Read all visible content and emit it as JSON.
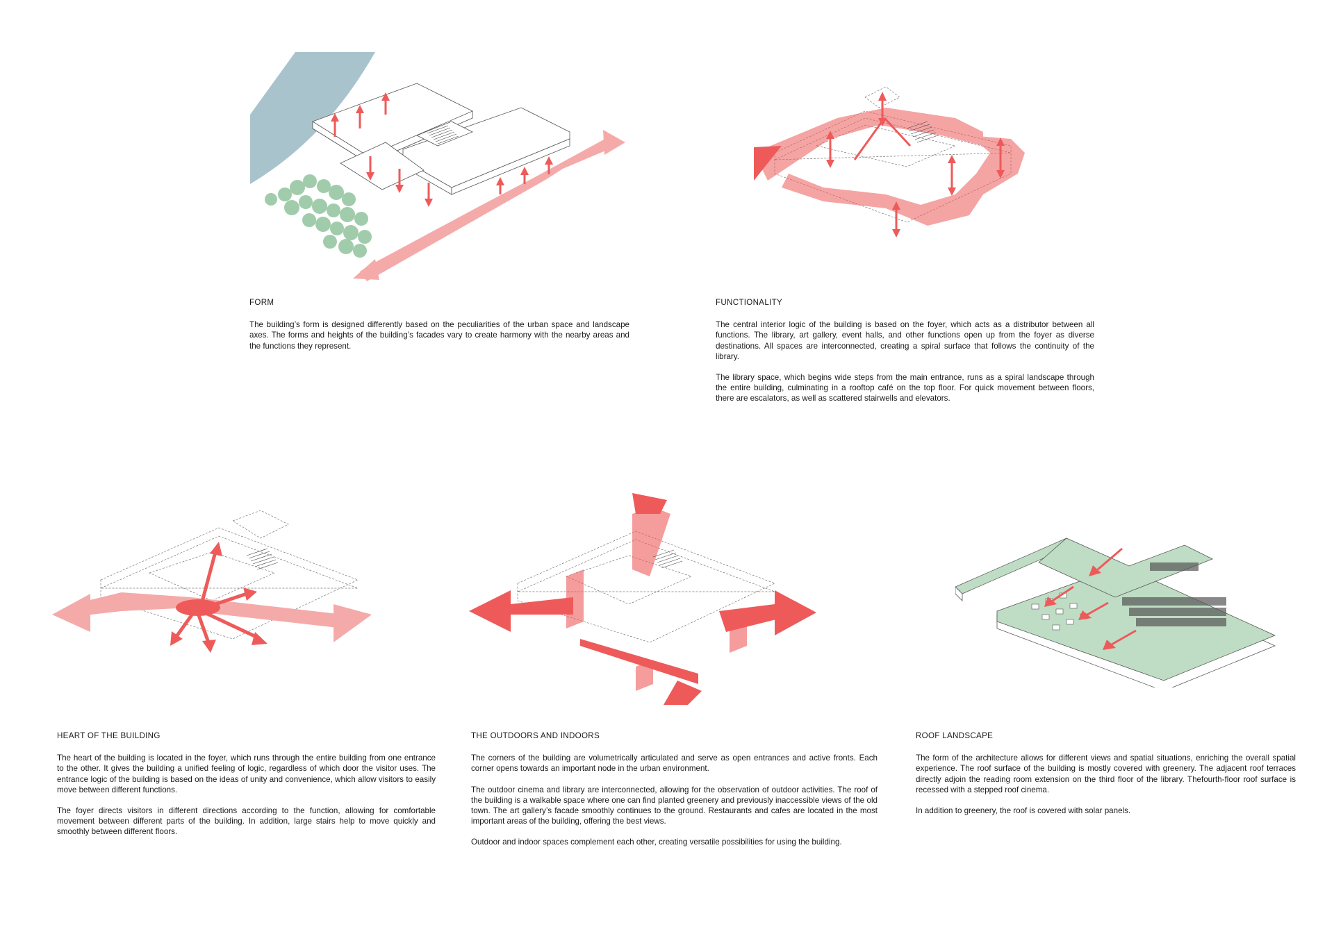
{
  "colors": {
    "accent_arrow": "#ee5a5a",
    "arrow_light": "#f5aaaa",
    "river": "#a9c3cd",
    "trees": "#97c7a2",
    "roof_green": "#bfdcc4",
    "outline": "#555555",
    "text": "#1a1a1a"
  },
  "panels": {
    "form": {
      "title": "FORM",
      "paragraphs": [
        "The building’s form is designed differently based on the peculiarities of the urban space and landscape axes. The forms and heights of the building’s facades vary to create harmony with the nearby areas and the functions they represent."
      ]
    },
    "functionality": {
      "title": "FUNCTIONALITY",
      "paragraphs": [
        "The central interior logic of the building is based on the foyer, which acts as a distributor between all functions. The library, art gallery, event halls, and other functions open up from the foyer as diverse destinations. All spaces are interconnected, creating a spiral surface that follows the continuity of the library.",
        "The library space, which begins wide steps from the main entrance, runs as a spiral landscape through the entire building, culminating in a rooftop café on the top floor. For quick movement between floors, there are escalators, as well as scattered stairwells and elevators."
      ]
    },
    "heart": {
      "title": "HEART OF THE BUILDING",
      "paragraphs": [
        "The heart of the building is located in the foyer, which runs through the entire building from one entrance to the other. It gives the building a unified feeling of logic, regardless of which door the visitor uses. The entrance logic of the building is based on the ideas of unity and convenience, which allow visitors to easily move between different functions.",
        "The foyer directs visitors in different directions according to the function, allowing for comfortable movement between different parts of the building. In addition, large stairs help to move quickly and smoothly between different floors."
      ]
    },
    "outdoors": {
      "title": "THE OUTDOORS AND INDOORS",
      "paragraphs": [
        "The corners of the building are volumetrically articulated and serve as open entrances and active fronts. Each corner opens towards an important node in the urban environment.",
        "The outdoor cinema and library are interconnected, allowing for the observation of outdoor activities. The roof of the building is a walkable space where one can find planted greenery and previously inaccessible views of the old town. The art gallery’s facade smoothly continues to the ground. Restaurants and cafes are located in the most important areas of the building, offering the best views.",
        "Outdoor and indoor spaces complement each other, creating versatile possibilities for using the building."
      ]
    },
    "roof": {
      "title": "ROOF LANDSCAPE",
      "paragraphs": [
        "The form of the architecture allows for different views and spatial situations, enriching the overall spatial experience. The roof surface of the building is mostly covered with greenery. The adjacent roof terraces directly adjoin the reading room extension on the third floor of the library. Thefourth-floor roof surface is recessed with a stepped roof cinema.",
        "In addition to greenery, the roof is covered with solar panels."
      ]
    }
  }
}
